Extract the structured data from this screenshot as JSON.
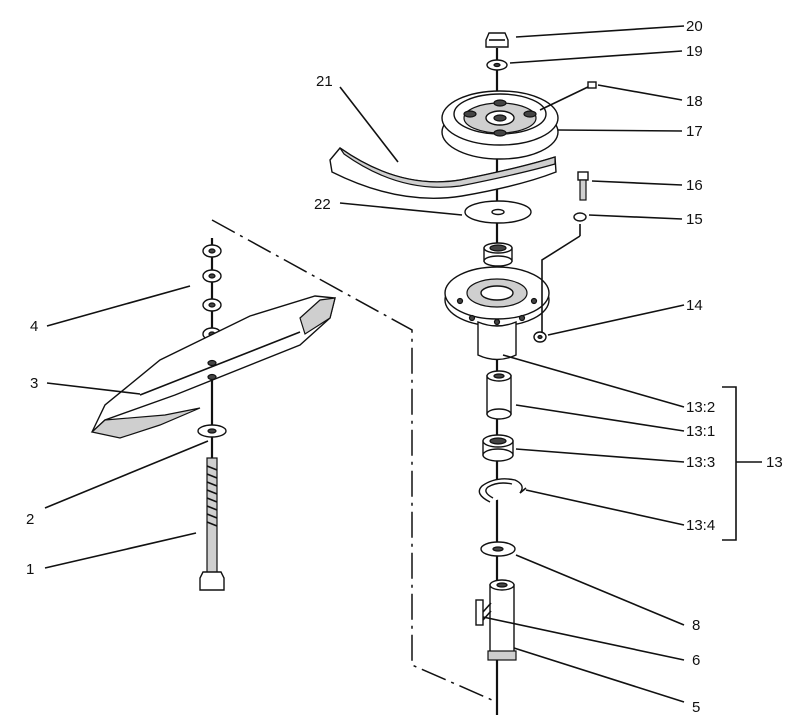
{
  "callouts": {
    "c1": "1",
    "c2": "2",
    "c3": "3",
    "c4": "4",
    "c5": "5",
    "c6": "6",
    "c8": "8",
    "c13": "13",
    "c13_1": "13:1",
    "c13_2": "13:2",
    "c13_3": "13:3",
    "c13_4": "13:4",
    "c14": "14",
    "c15": "15",
    "c16": "16",
    "c17": "17",
    "c18": "18",
    "c19": "19",
    "c20": "20",
    "c21": "21",
    "c22": "22"
  }
}
